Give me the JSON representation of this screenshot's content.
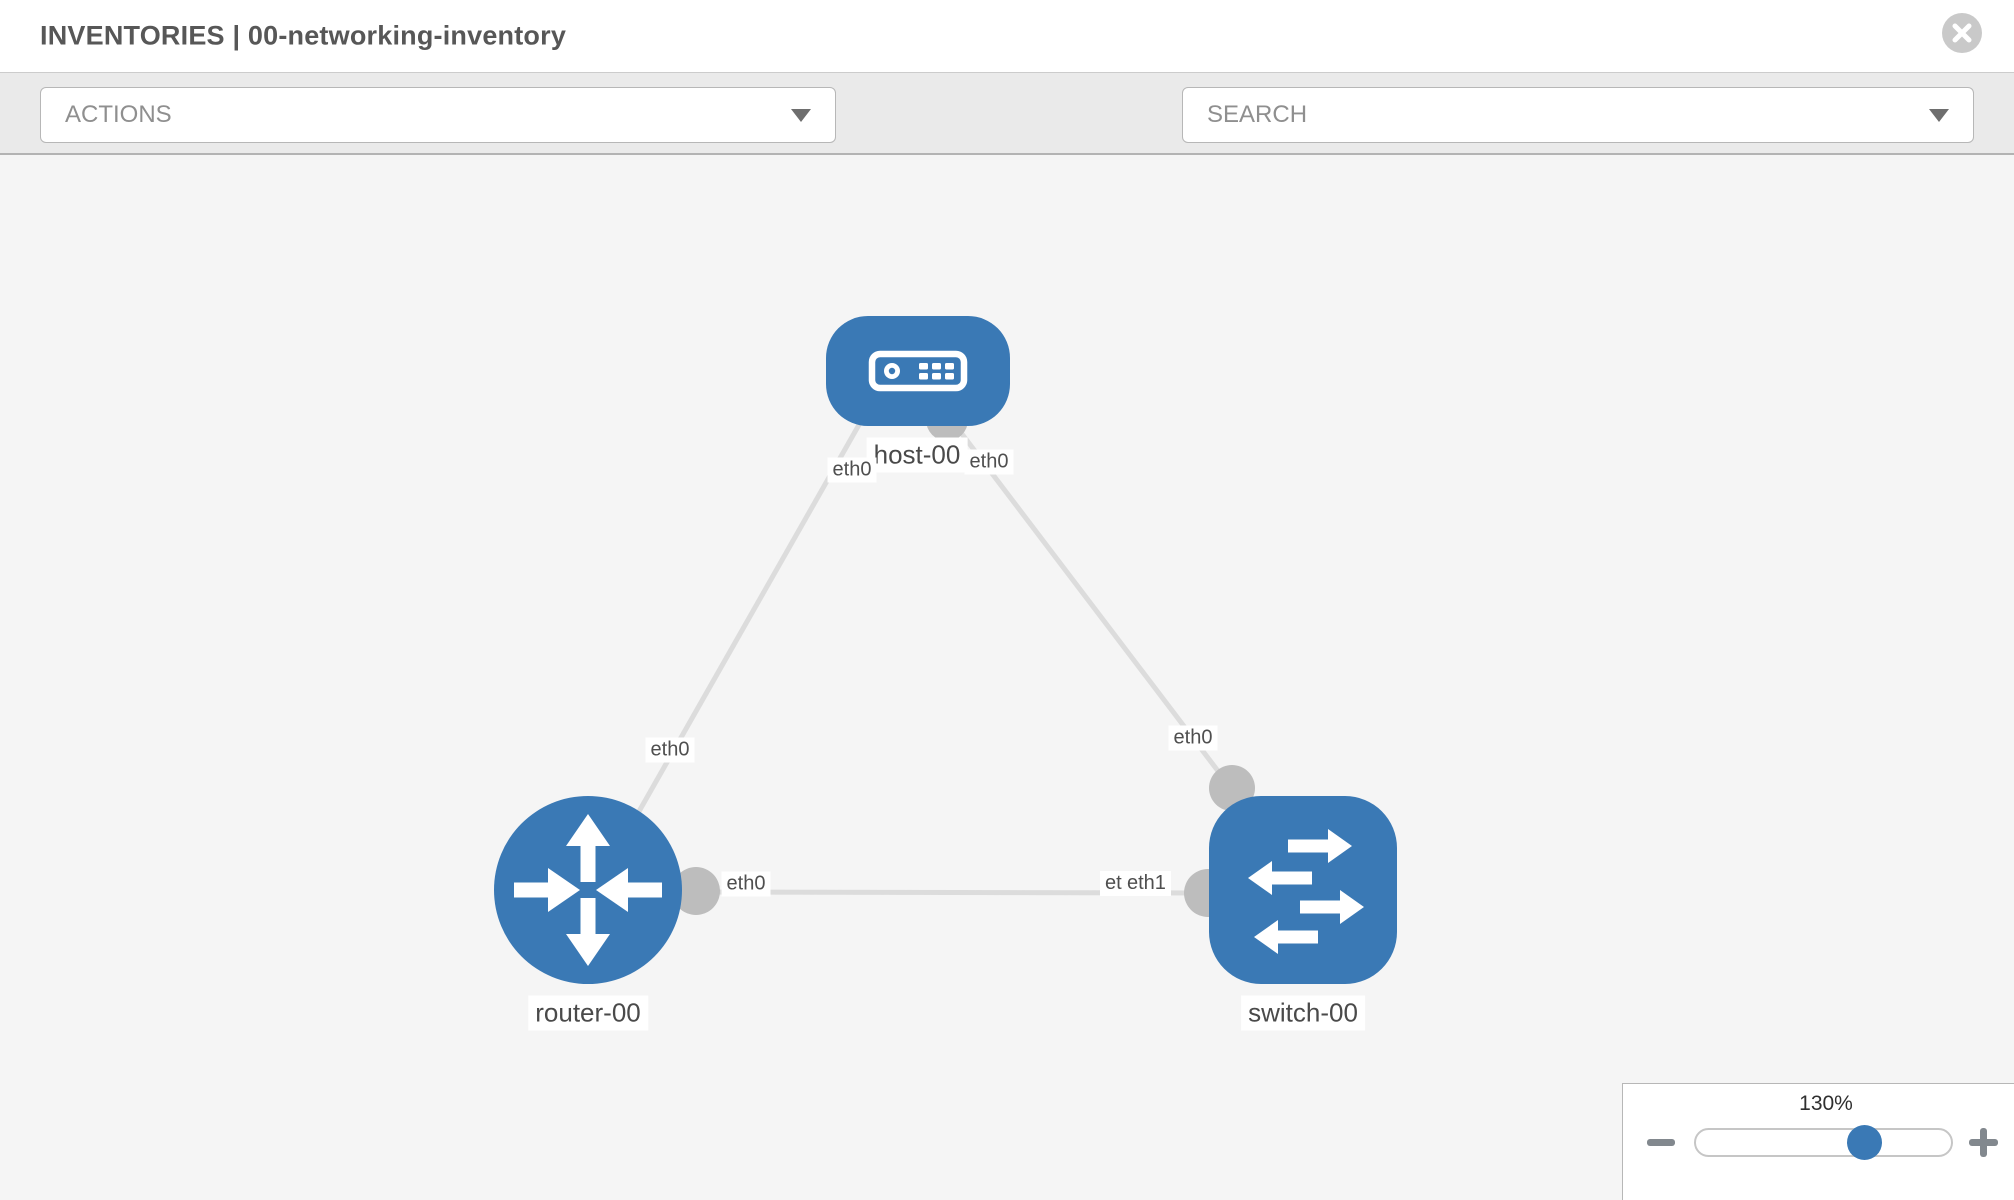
{
  "header": {
    "title": "INVENTORIES | 00-networking-inventory"
  },
  "toolbar": {
    "actions_label": "ACTIONS",
    "search_label": "SEARCH",
    "icons": [
      "wrench-icon",
      "key-icon",
      "caret-down-icon"
    ]
  },
  "topology": {
    "nodes": [
      {
        "id": "host-00",
        "label": "host-00",
        "type": "host"
      },
      {
        "id": "router-00",
        "label": "router-00",
        "type": "router"
      },
      {
        "id": "switch-00",
        "label": "switch-00",
        "type": "switch"
      }
    ],
    "links": [
      {
        "source": "host-00",
        "source_if": "eth0",
        "target": "router-00",
        "target_if": "eth0"
      },
      {
        "source": "host-00",
        "source_if": "eth0",
        "target": "switch-00",
        "target_if": "eth0"
      },
      {
        "source": "router-00",
        "source_if": "eth0",
        "target": "switch-00",
        "target_if": "eth1"
      }
    ],
    "interface_labels": [
      {
        "text": "eth0",
        "at": "host-left"
      },
      {
        "text": "eth0",
        "at": "host-right"
      },
      {
        "text": "eth0",
        "at": "router-top"
      },
      {
        "text": "eth0",
        "at": "switch-top"
      },
      {
        "text": "eth0",
        "at": "link-mid-router-side"
      },
      {
        "text": "eth0",
        "at": "link-mid-switch-side-under"
      },
      {
        "text": "eth1",
        "at": "link-mid-switch-side-over"
      }
    ]
  },
  "zoom_control": {
    "level": "130%",
    "minus_icon": "minus-icon",
    "plus_icon": "plus-icon"
  },
  "colors": {
    "node_blue": "#3a79b5",
    "link_gray": "#dcdcdc",
    "port_gray": "#bdbdbd",
    "canvas_bg": "#f5f5f5",
    "toolbar_bg": "#eaeaea"
  }
}
